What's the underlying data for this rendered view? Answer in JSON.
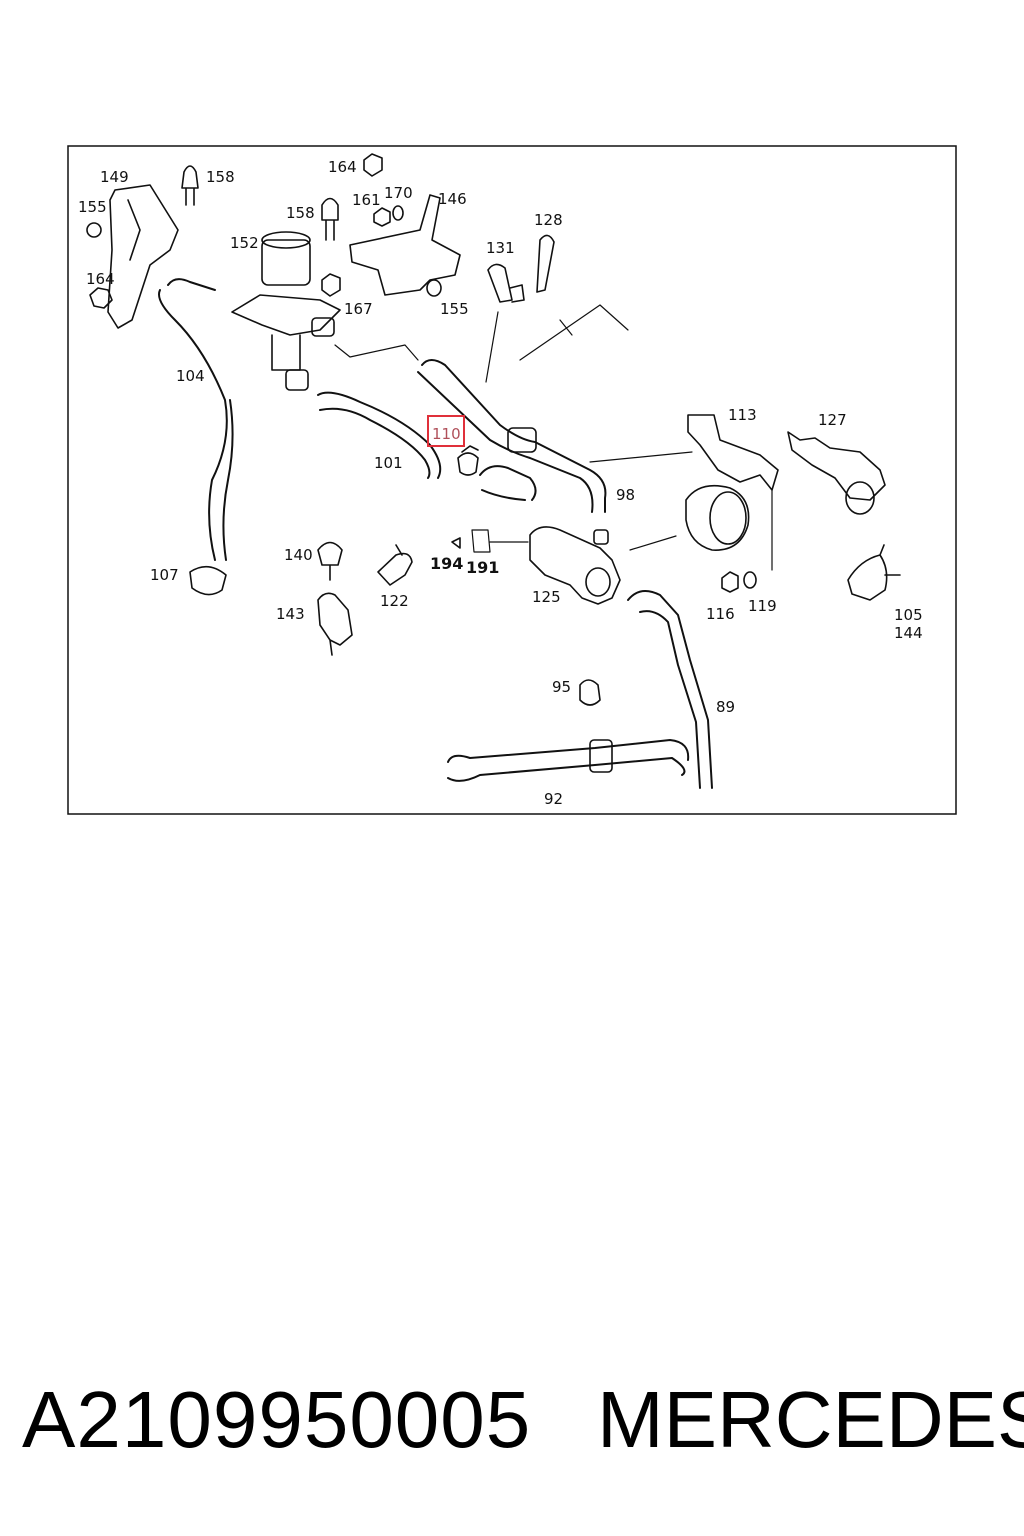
{
  "diagram": {
    "labels": {
      "l149": "149",
      "l158a": "158",
      "l155a": "155",
      "l164a": "164",
      "l164b": "164",
      "l161": "161",
      "l170": "170",
      "l146": "146",
      "l158b": "158",
      "l152": "152",
      "l167": "167",
      "l155b": "155",
      "l131": "131",
      "l128": "128",
      "l104": "104",
      "l110": "110",
      "l101": "101",
      "l98": "98",
      "l113": "113",
      "l127": "127",
      "l107": "107",
      "l140": "140",
      "l122": "122",
      "l143": "143",
      "l194": "194",
      "l191": "191",
      "l125": "125",
      "l116": "116",
      "l119": "119",
      "l105": "105",
      "l144": "144",
      "l95": "95",
      "l89": "89",
      "l92": "92"
    },
    "highlighted_part": "110",
    "highlight_color": "#e0303a"
  },
  "footer": {
    "part_number": "A2109950005",
    "brand": "MERCEDES"
  }
}
